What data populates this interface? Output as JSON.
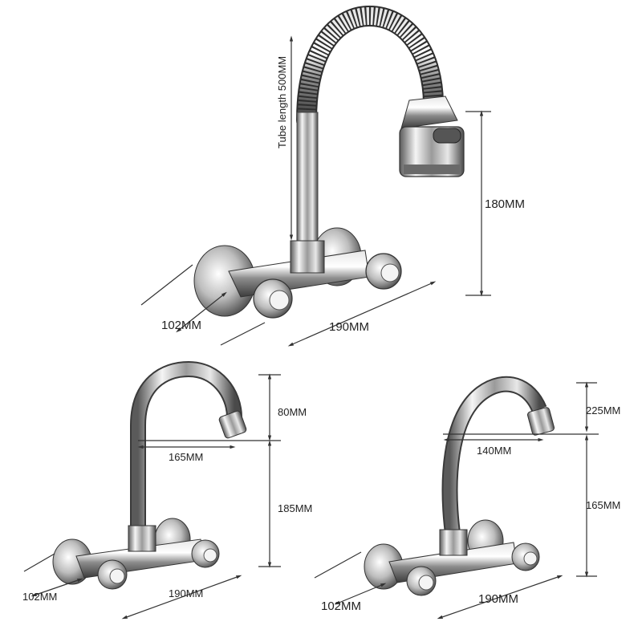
{
  "colors": {
    "background": "#ffffff",
    "chrome_light": "#f2f2f2",
    "chrome_mid": "#b8b8b8",
    "chrome_dark": "#4a4a4a",
    "dimension_line": "#333333"
  },
  "top_faucet": {
    "tube_length_label": "Tube length 500MM",
    "height_label": "180MM",
    "depth_label": "102MM",
    "width_label": "190MM"
  },
  "left_faucet": {
    "upper_height_label": "80MM",
    "reach_label": "165MM",
    "lower_height_label": "185MM",
    "depth_label": "102MM",
    "width_label": "190MM"
  },
  "right_faucet": {
    "upper_height_label": "225MM",
    "reach_label": "140MM",
    "lower_height_label": "165MM",
    "depth_label": "102MM",
    "width_label": "190MM"
  }
}
